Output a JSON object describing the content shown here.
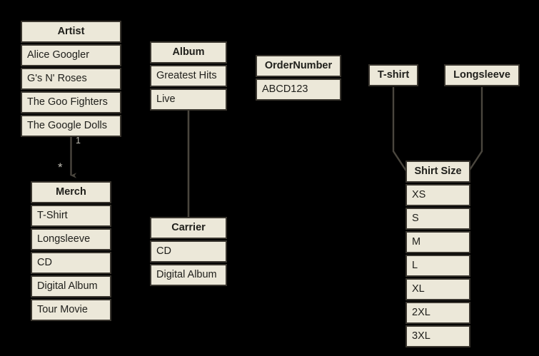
{
  "diagram": {
    "title": "merch-entity-diagram",
    "background_color": "#000000",
    "box_fill": "#ECE8D9",
    "box_border": "#3A362F",
    "text_color": "#20201C",
    "connector_color": "#4A463E",
    "edge_label_color": "#BFBCB2"
  },
  "tables": {
    "artist": {
      "header": "Artist",
      "rows": [
        "Alice Googler",
        "G's N' Roses",
        "The Goo Fighters",
        "The Google Dolls"
      ]
    },
    "merch": {
      "header": "Merch",
      "rows": [
        "T-Shirt",
        "Longsleeve",
        "CD",
        "Digital Album",
        "Tour Movie"
      ]
    },
    "album": {
      "header": "Album",
      "rows": [
        "Greatest Hits",
        "Live"
      ]
    },
    "carrier": {
      "header": "Carrier",
      "rows": [
        "CD",
        "Digital Album"
      ]
    },
    "order_number": {
      "header": "OrderNumber",
      "rows": [
        "ABCD123"
      ]
    },
    "tshirt": {
      "header": "T-shirt",
      "rows": []
    },
    "longsleeve": {
      "header": "Longsleeve",
      "rows": []
    },
    "shirt_size": {
      "header": "Shirt Size",
      "rows": [
        "XS",
        "S",
        "M",
        "L",
        "XL",
        "2XL",
        "3XL"
      ]
    }
  },
  "edges": {
    "artist_to_merch": {
      "from": "Artist",
      "to": "Merch",
      "source_label": "1",
      "target_label": "*"
    },
    "album_to_carrier": {
      "from": "Album",
      "to": "Carrier",
      "source_label": "",
      "target_label": ""
    },
    "tshirt_to_shirt_size": {
      "from": "T-shirt",
      "to": "Shirt Size",
      "source_label": "",
      "target_label": ""
    },
    "longsleeve_to_shirt_size": {
      "from": "Longsleeve",
      "to": "Shirt Size",
      "source_label": "",
      "target_label": ""
    }
  }
}
